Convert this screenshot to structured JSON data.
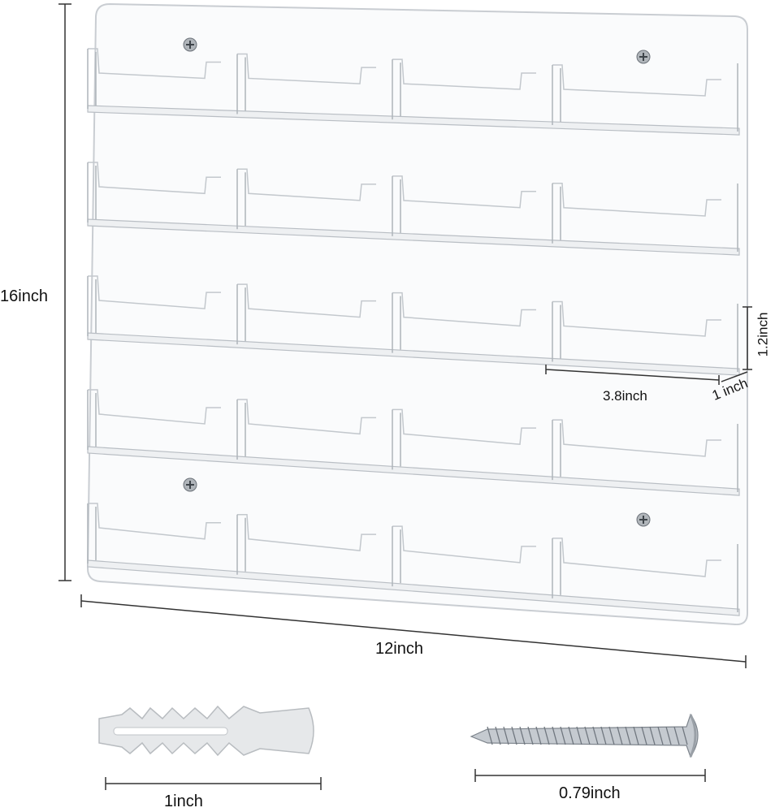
{
  "product": {
    "rows": 5,
    "columns": 4
  },
  "dimensions": {
    "height": "16inch",
    "width": "12inch",
    "pocket_height": "1.2inch",
    "pocket_width": "3.8inch",
    "pocket_depth": "1 inch",
    "anchor_length": "1inch",
    "screw_length": "0.79inch"
  },
  "colors": {
    "acrylic_edge": "#c9cdd2",
    "dimension_line": "#333333"
  }
}
